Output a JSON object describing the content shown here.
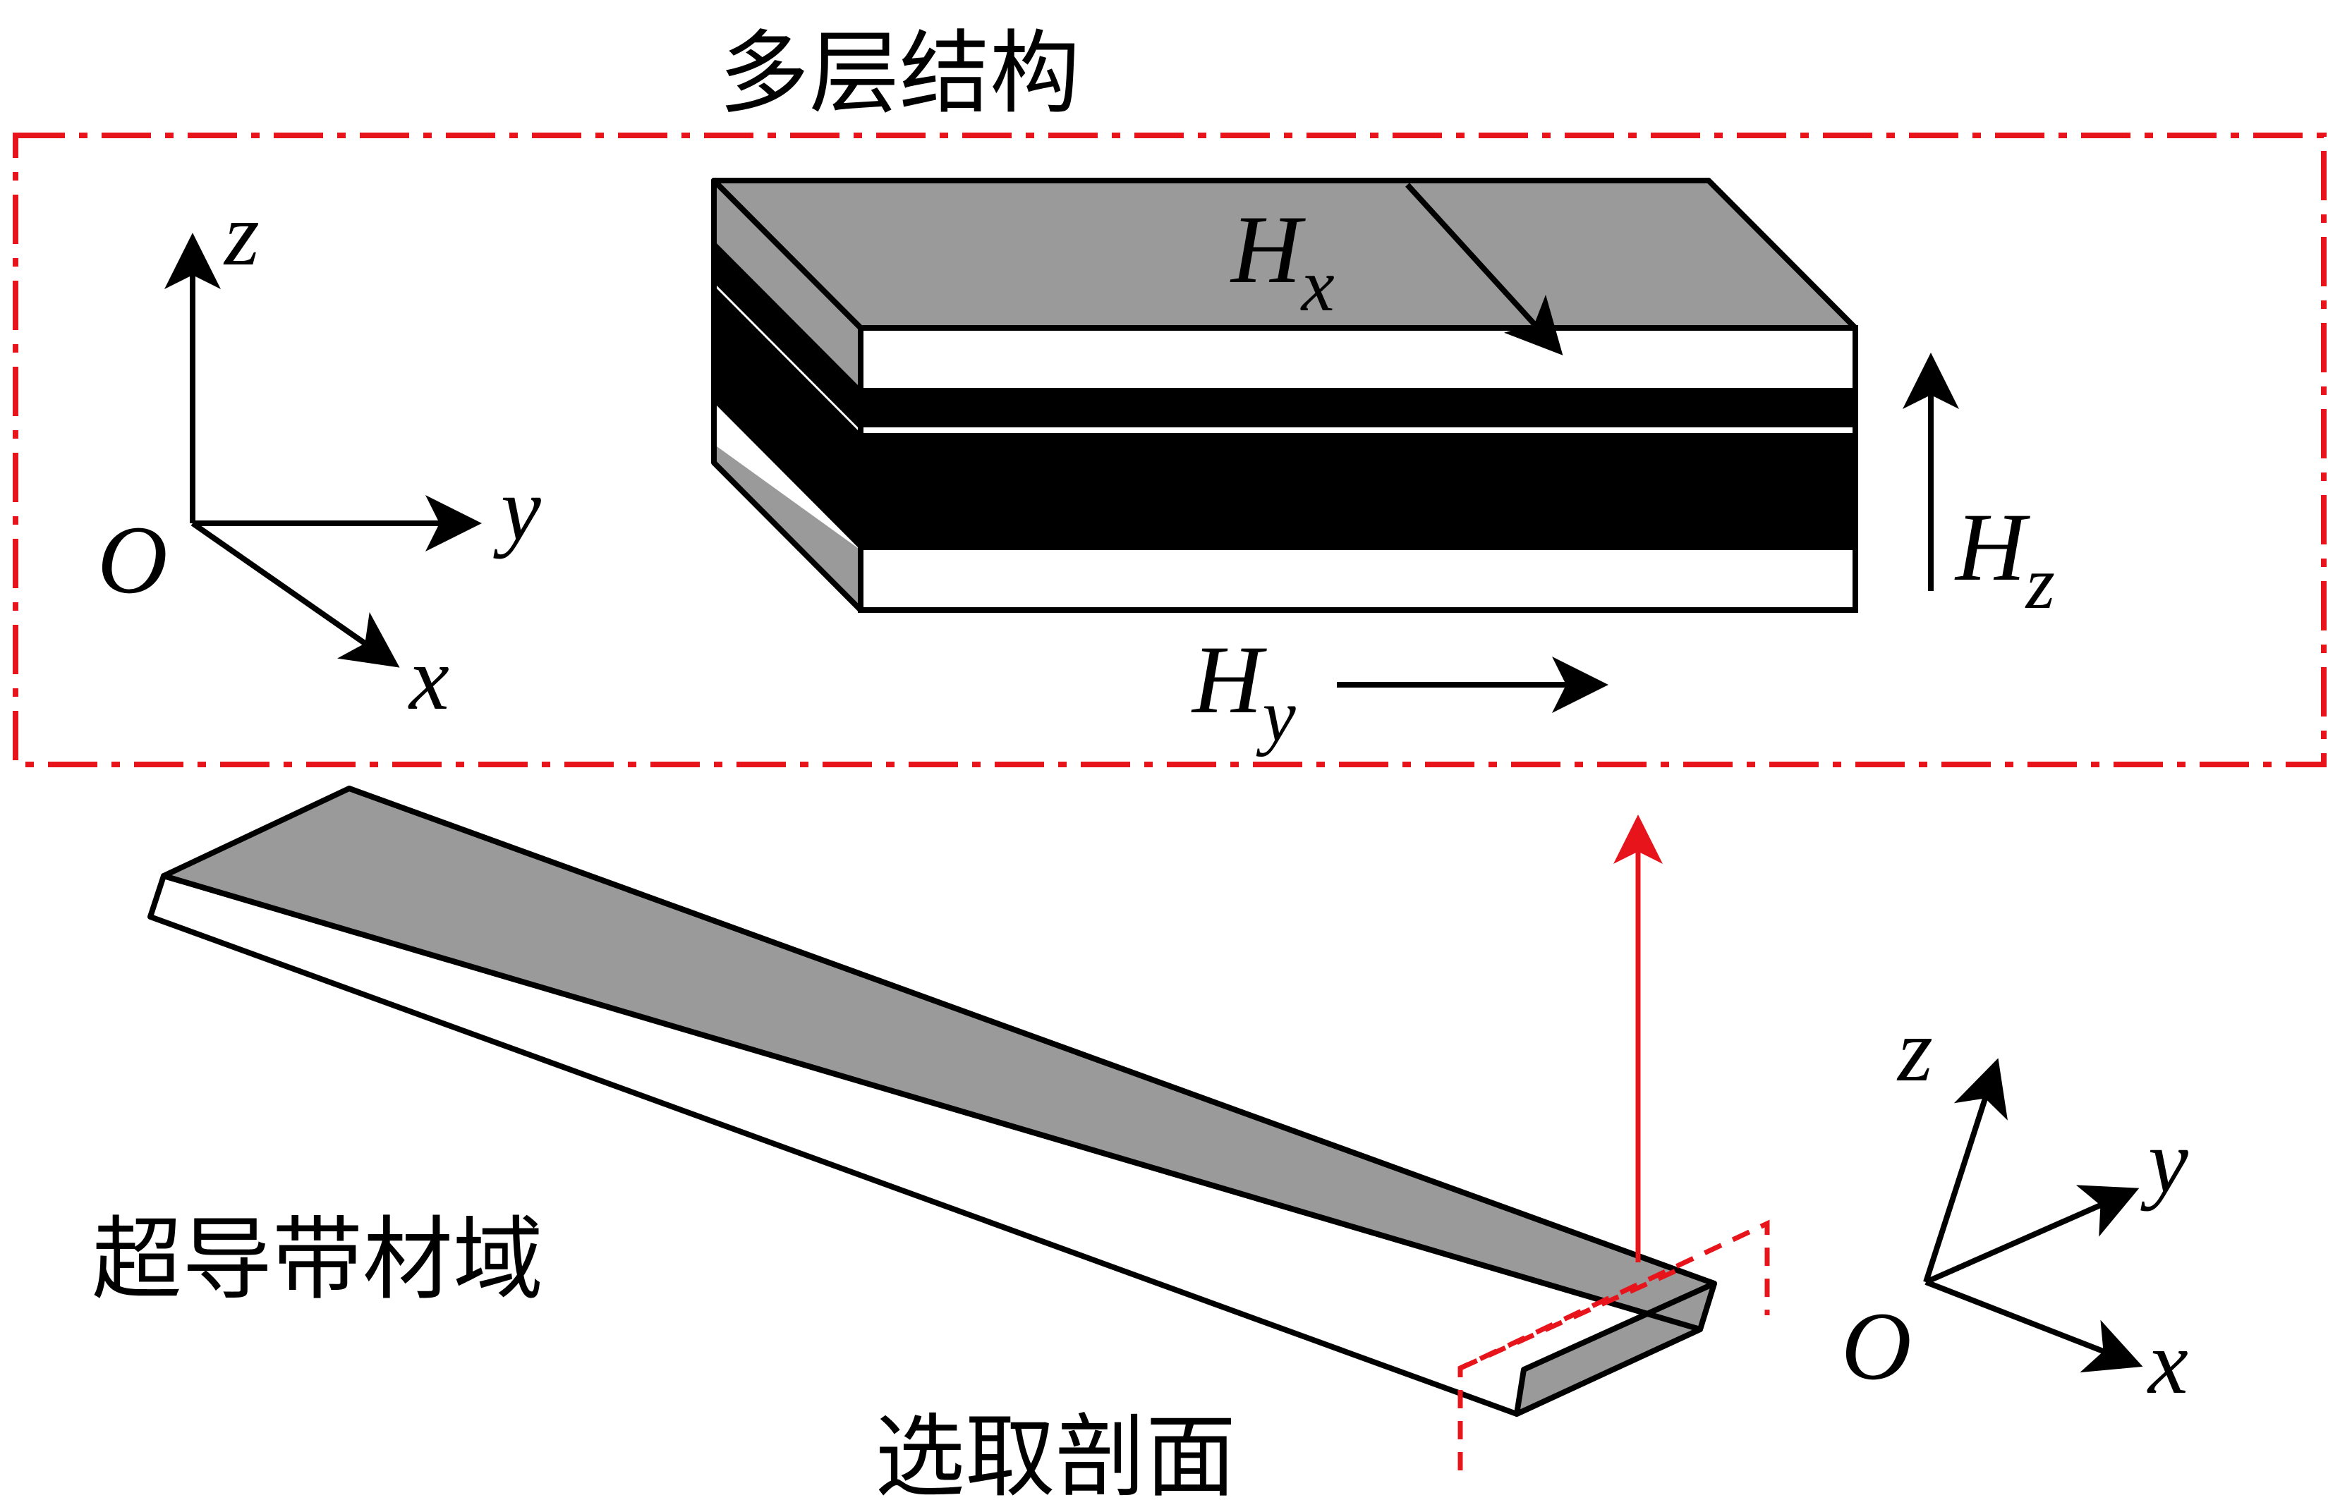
{
  "titles": {
    "multilayer": "多层结构",
    "tape_domain": "超导带材域",
    "section": "选取剖面"
  },
  "axes_top": {
    "z": "z",
    "y": "y",
    "x": "x",
    "origin": "O"
  },
  "axes_bottom": {
    "z": "z",
    "y": "y",
    "x": "x",
    "origin": "O"
  },
  "fields": {
    "hx": {
      "base": "H",
      "sub": "x"
    },
    "hy": {
      "base": "H",
      "sub": "y"
    },
    "hz": {
      "base": "H",
      "sub": "z"
    }
  },
  "colors": {
    "highlight": "#e8141c",
    "layer_gray": "#9a9a9a",
    "layer_black": "#000000",
    "layer_white": "#ffffff"
  }
}
